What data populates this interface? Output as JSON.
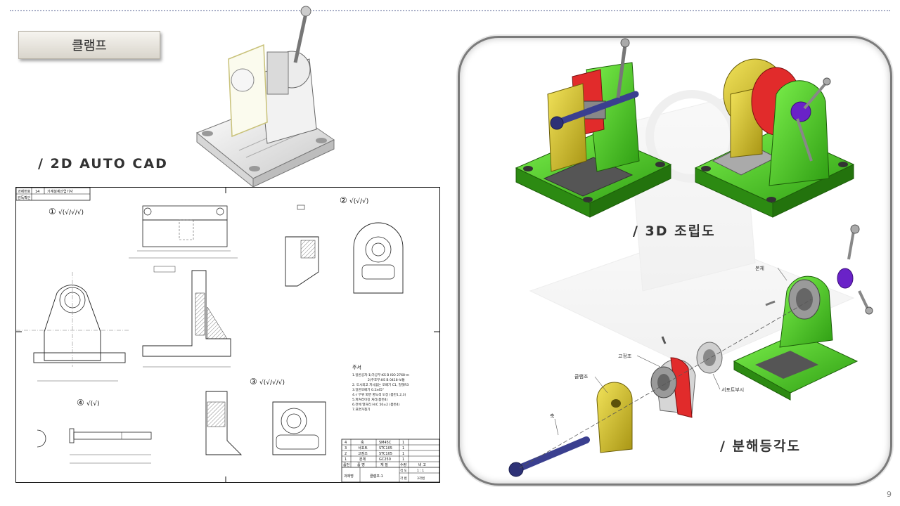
{
  "slide": {
    "title": "클램프",
    "page_number": "9"
  },
  "labels": {
    "cad": "/ 2D AUTO CAD",
    "assembly": "/ 3D 조립도",
    "exploded": "/ 분해등각도"
  },
  "cad": {
    "header_left": "과제번호",
    "header_num": "14",
    "header_right": "기계설계산업기사",
    "header_row2": "감독확인",
    "views": {
      "v1": "①",
      "v2": "②",
      "v3": "③",
      "v4": "④"
    },
    "notes": {
      "title": "주서",
      "lines": [
        "1.일반공차-1)가공부:KS B ISO 2768-m",
        "2)주조부:KS B 0418-보통",
        "2. 도시되고 지시없는 모떼기 C1, 필렛R3",
        "3.일반모떼기 0.2x45°",
        "4.√ 부위 외면 명녹색 도장 (품번1,2,3)",
        "5.파커라이징 처리(품번4)",
        "6.전체 열처리 HrC 50±2 (품번4)",
        "7.표면거칠기"
      ]
    },
    "bom": {
      "rows": [
        [
          "4",
          "축",
          "SM45C",
          "1",
          ""
        ],
        [
          "3",
          "서포트",
          "STC105",
          "1",
          ""
        ],
        [
          "2",
          "고정조",
          "STC105",
          "1",
          ""
        ],
        [
          "1",
          "본체",
          "GC250",
          "1",
          ""
        ]
      ],
      "header": [
        "품번",
        "품 명",
        "재 질",
        "수량",
        "비 고"
      ],
      "project_label": "과제명",
      "project_name": "클램프-1",
      "scale_label": "척 도",
      "scale_value": "1 : 1",
      "proj_label": "각 법",
      "proj_value": "3각법"
    }
  },
  "exploded_callouts": {
    "body": "본체",
    "fixed_jaw": "고정조",
    "clamp_jaw": "클램조",
    "support_bush": "서포트부시",
    "shaft": "축"
  },
  "colors": {
    "green": "#46d21e",
    "yellow": "#d8c62a",
    "red": "#e12b2b",
    "navy": "#3a3f8f",
    "purple": "#6a22c8",
    "panel_border": "#7b7b7b"
  }
}
